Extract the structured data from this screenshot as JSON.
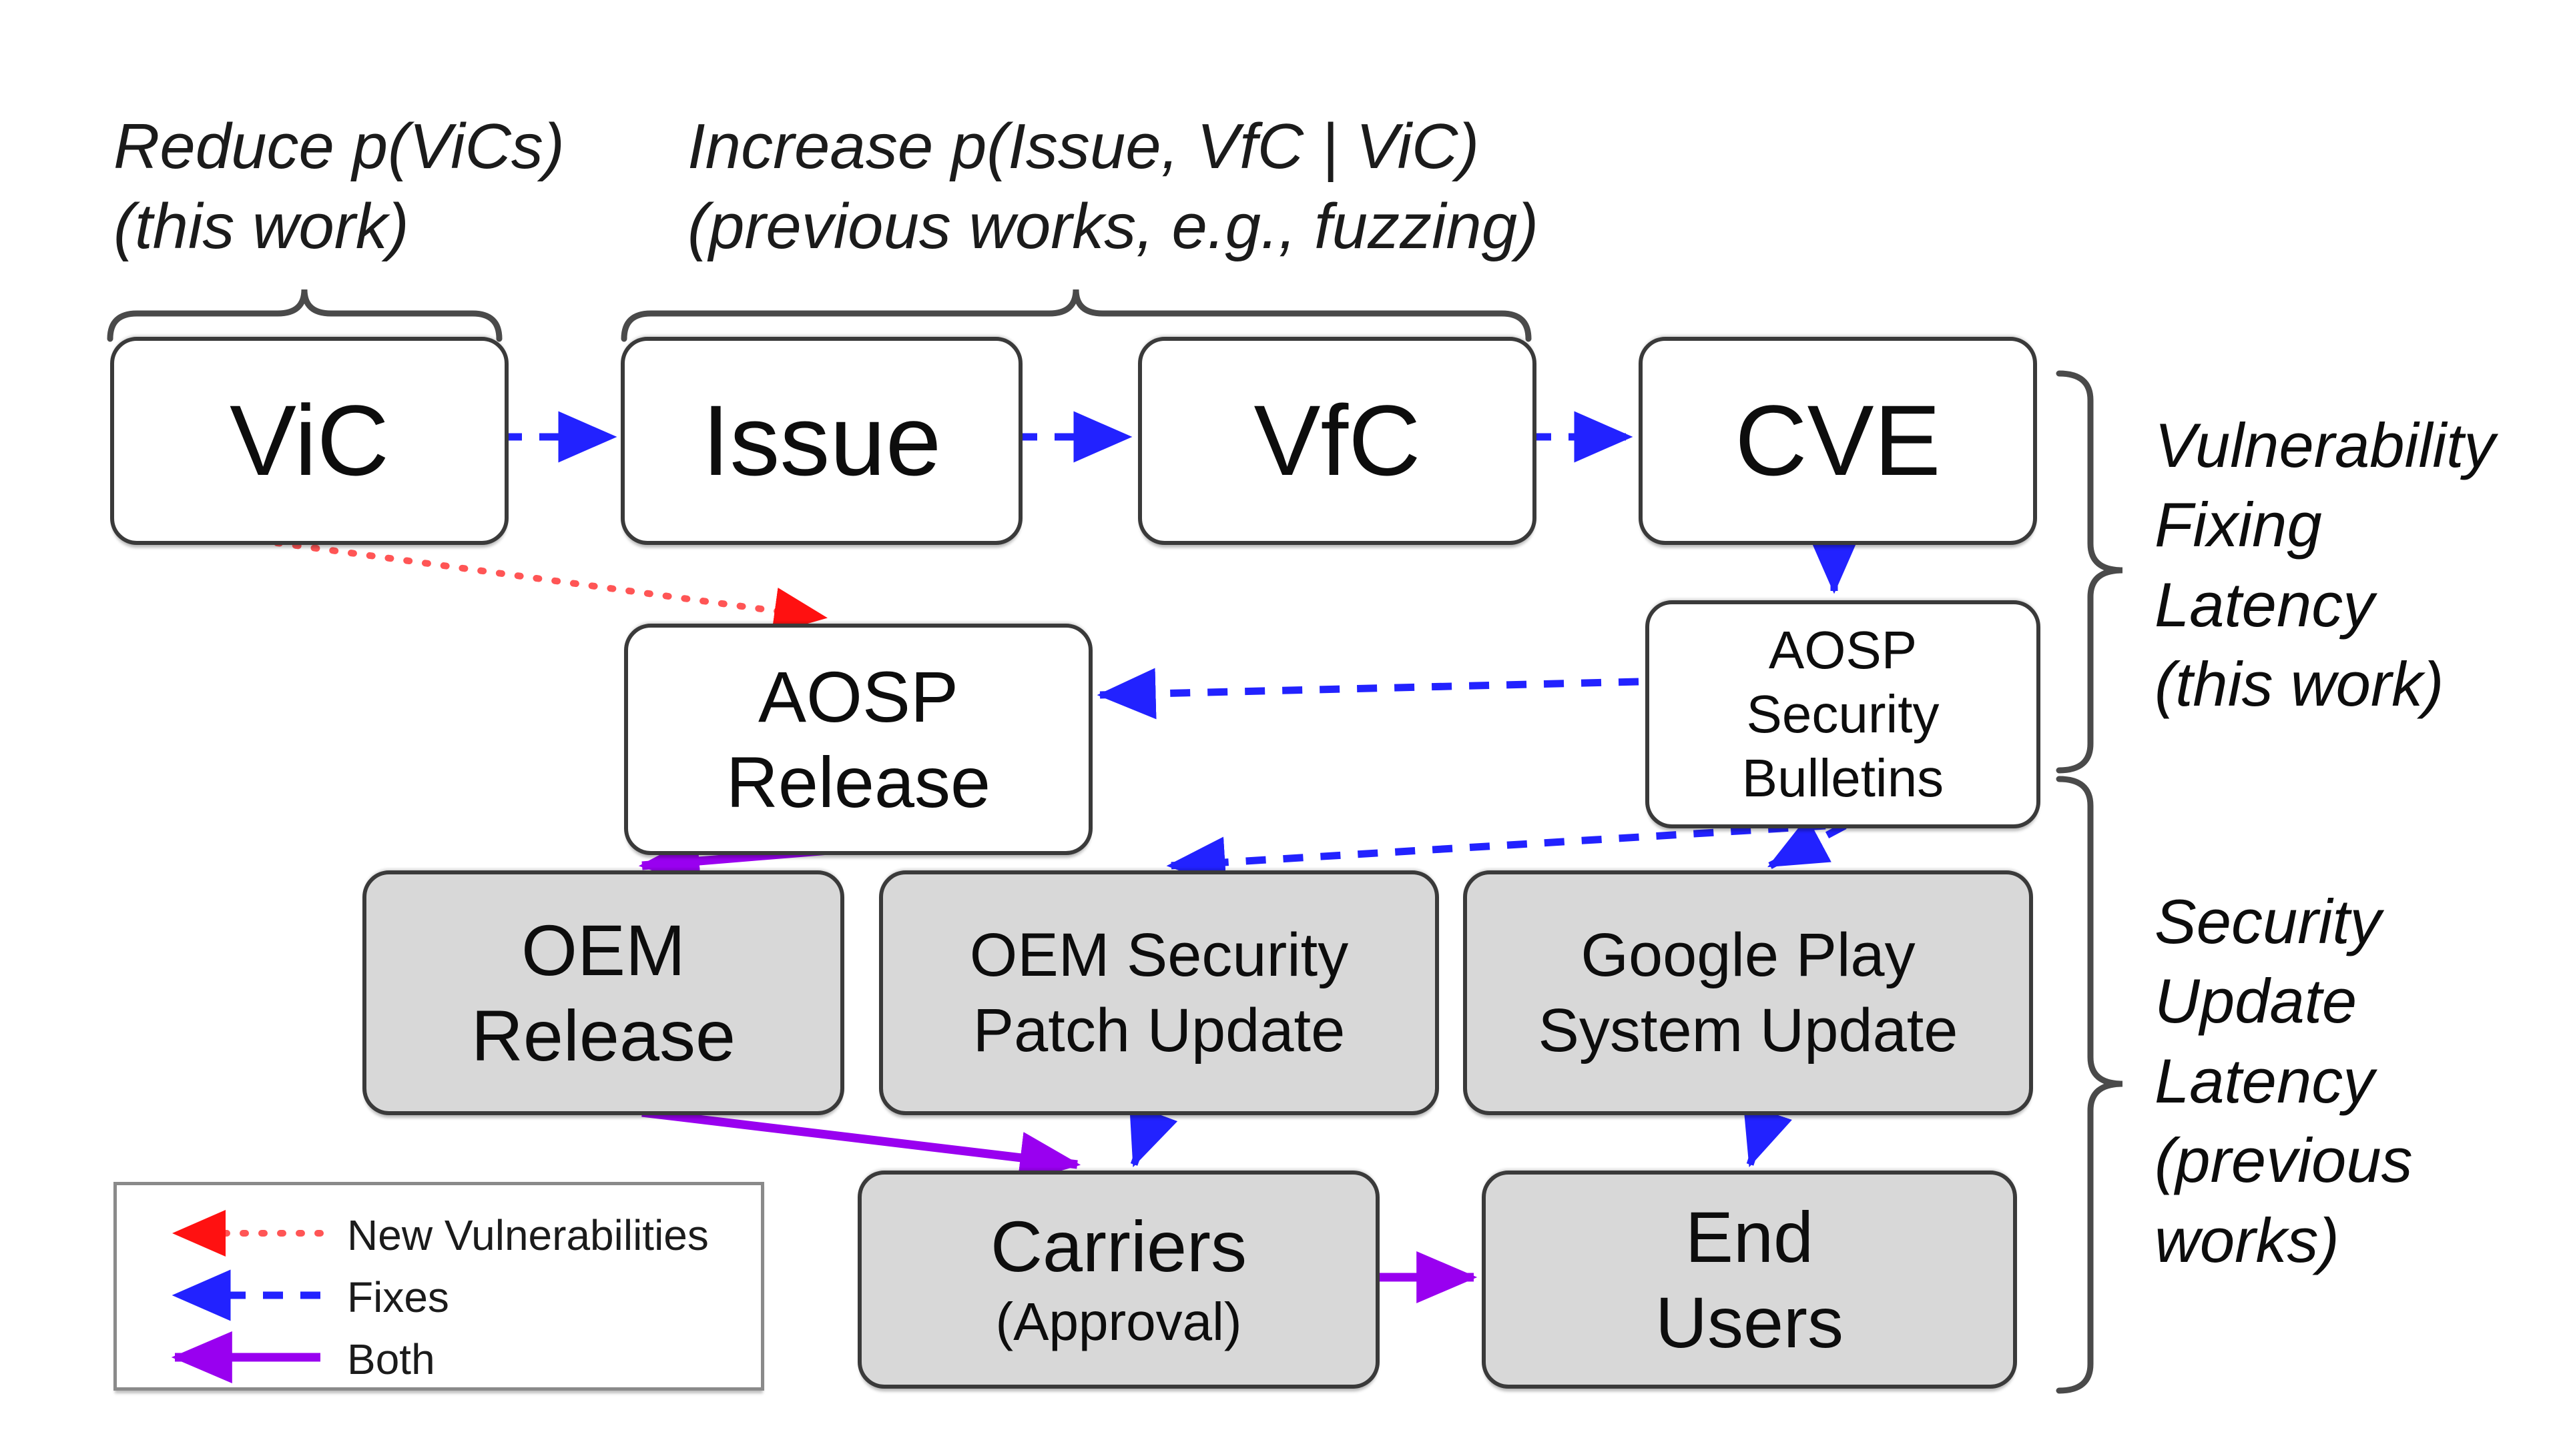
{
  "diagram": {
    "annotations": {
      "reduce": "Reduce p(ViCs)\n(this work)",
      "increase": "Increase p(Issue, VfC | ViC)\n(previous works, e.g., fuzzing)"
    },
    "nodes": {
      "vic": "ViC",
      "issue": "Issue",
      "vfc": "VfC",
      "cve": "CVE",
      "aosp_release": "AOSP\nRelease",
      "aosp_security_bulletins": "AOSP\nSecurity\nBulletins",
      "oem_release": "OEM\nRelease",
      "oem_security_patch_update": "OEM Security\nPatch Update",
      "google_play_system_update": "Google Play\nSystem Update",
      "carriers": "Carriers",
      "carriers_sub": "(Approval)",
      "end_users": "End\nUsers"
    },
    "side_labels": {
      "vulnerability_fixing_latency": "Vulnerability\nFixing\nLatency\n(this work)",
      "security_update_latency": "Security\nUpdate\nLatency\n(previous\n works)"
    },
    "legend": {
      "items": [
        {
          "label": "New Vulnerabilities",
          "style": "dotted",
          "color": "#ff2222"
        },
        {
          "label": "Fixes",
          "style": "dashed",
          "color": "#2222ff"
        },
        {
          "label": "Both",
          "style": "solid",
          "color": "#9900f0"
        }
      ]
    },
    "colors": {
      "new_vulnerabilities": "#ff2222",
      "fixes": "#2222ff",
      "both": "#9900f0",
      "gray_node_fill": "#d8d8d8",
      "white_node_fill": "#ffffff",
      "node_border": "#3a3a3a",
      "brace": "#4a4a4a"
    }
  }
}
